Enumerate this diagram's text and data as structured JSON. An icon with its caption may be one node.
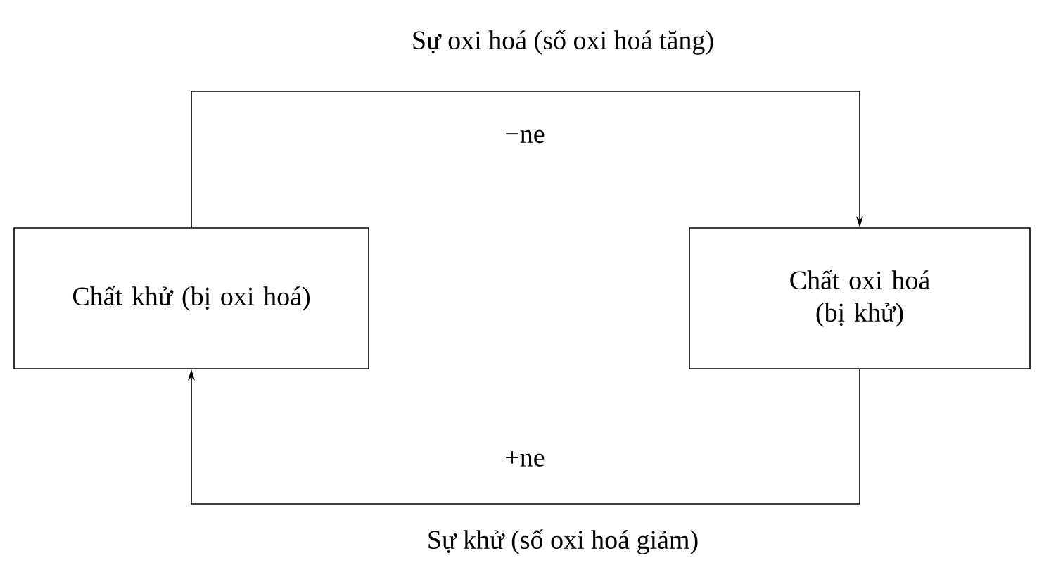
{
  "diagram": {
    "nodes": [
      {
        "text": [
          "Chất khử (bị oxi hoá)"
        ]
      },
      {
        "text": [
          "Chất oxi hoá (bị khử)"
        ]
      }
    ],
    "edges": [
      {
        "from": 0,
        "to": 1,
        "arrow": "to",
        "label": "−ne"
      },
      {
        "from": 1,
        "to": 0,
        "arrow": "to",
        "label": "+ne"
      }
    ],
    "labels": [
      "Sự oxi hoá (số oxi hoá tăng)",
      "Sự khử (số oxi hoá giảm)"
    ]
  }
}
